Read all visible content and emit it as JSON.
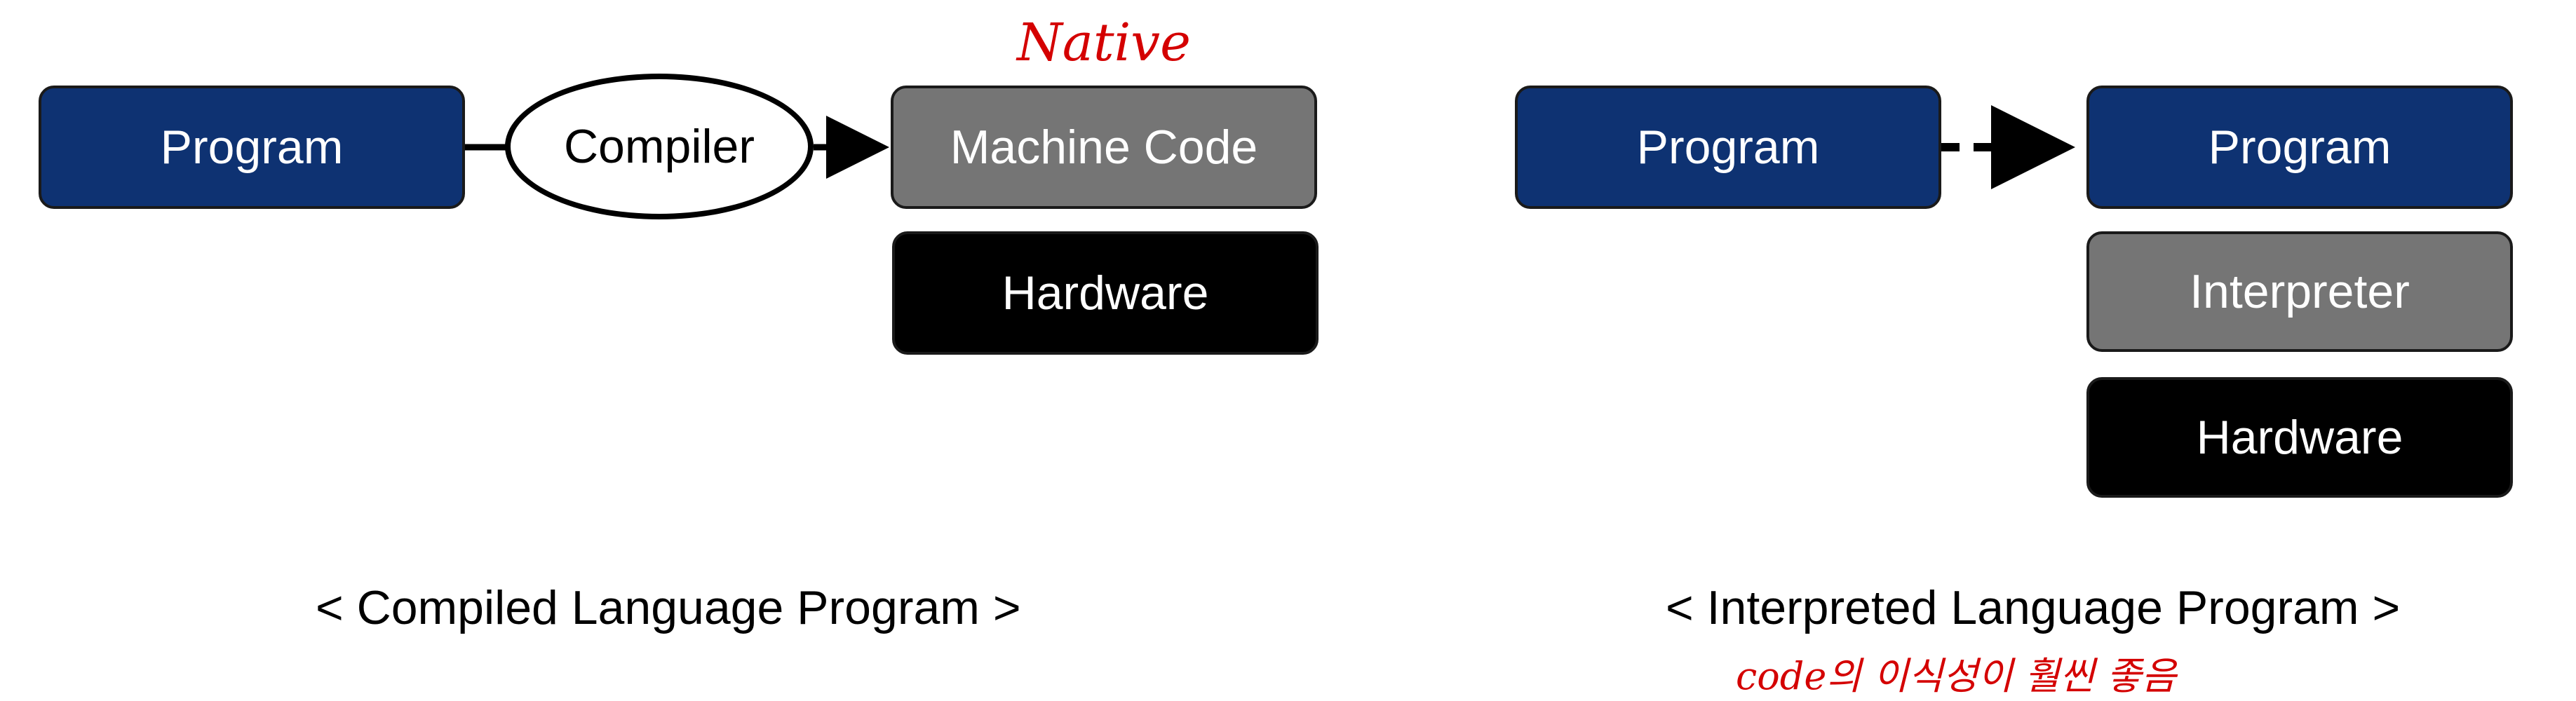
{
  "compiled": {
    "program_label": "Program",
    "compiler_label": "Compiler",
    "machine_code_label": "Machine Code",
    "hardware_label": "Hardware",
    "caption": "< Compiled Language Program >",
    "annotation": "Native"
  },
  "interpreted": {
    "program_source_label": "Program",
    "program_label": "Program",
    "interpreter_label": "Interpreter",
    "hardware_label": "Hardware",
    "caption": "< Interpreted Language Program >",
    "annotation": "code의 이식성이 훨씬 좋음"
  },
  "colors": {
    "program_box": "#0e3272",
    "machine_code_box": "#757575",
    "hardware_box": "#000000",
    "annotation_ink": "#d40000"
  }
}
